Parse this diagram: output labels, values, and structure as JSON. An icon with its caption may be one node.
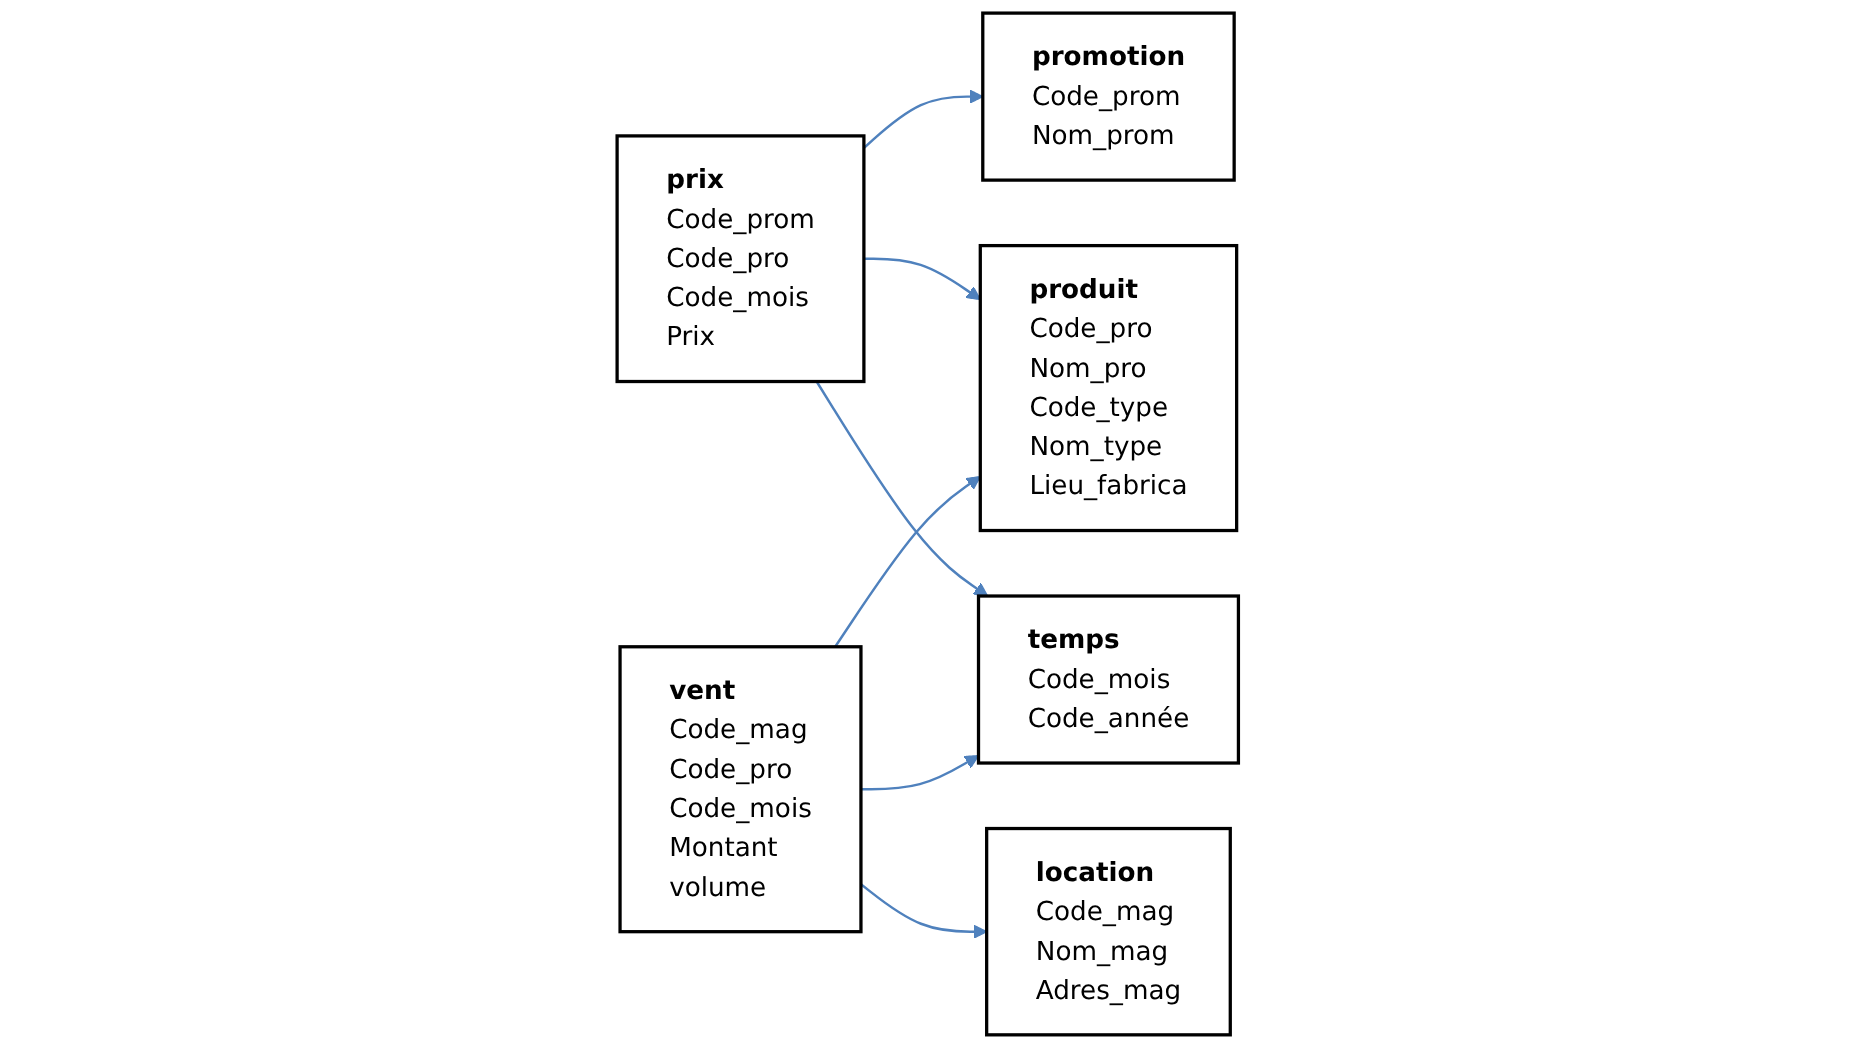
{
  "diagram": {
    "nodes": [
      {
        "text": [
          "promotion",
          "Code_prom",
          "Nom_prom"
        ]
      },
      {
        "text": [
          "prix",
          "Code_prom",
          "Code_pro",
          "Code_mois",
          "Prix"
        ]
      },
      {
        "text": [
          "produit",
          "Code_pro",
          "Nom_pro",
          "Code_type",
          "Nom_type",
          "Lieu_fabrica"
        ]
      },
      {
        "text": [
          "vent",
          "Code_mag",
          "Code_pro",
          "Code_mois",
          "Montant",
          "volume"
        ]
      },
      {
        "text": [
          "location",
          "Code_mag",
          "Nom_mag",
          "Adres_mag"
        ]
      },
      {
        "text": [
          "temps",
          "Code_mois",
          "Code_année"
        ]
      }
    ],
    "edges": [
      {
        "from": 1,
        "to": 0,
        "arrow": "to"
      },
      {
        "from": 1,
        "to": 2,
        "arrow": "to"
      },
      {
        "from": 1,
        "to": 5,
        "arrow": "to"
      },
      {
        "from": 3,
        "to": 2,
        "arrow": "to"
      },
      {
        "from": 3,
        "to": 4,
        "arrow": "to"
      },
      {
        "from": 3,
        "to": 5,
        "arrow": "to"
      }
    ]
  }
}
